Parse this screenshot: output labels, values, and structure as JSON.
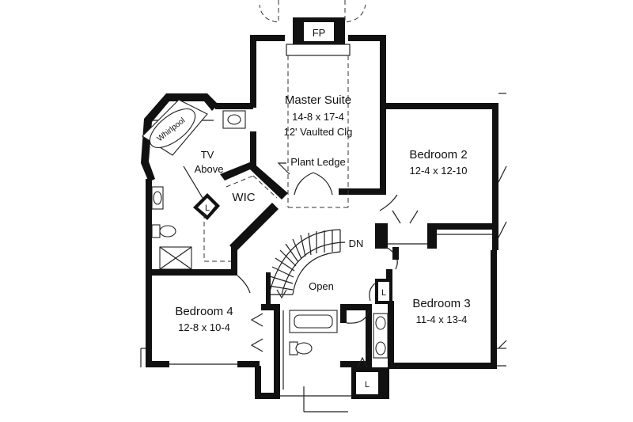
{
  "colors": {
    "wall": "#111111",
    "background": "#ffffff"
  },
  "labels": {
    "fp": "FP",
    "master_name": "Master Suite",
    "master_dim": "14-8 x 17-4",
    "master_ceiling": "12' Vaulted Clg",
    "bed2_name": "Bedroom 2",
    "bed2_dim": "12-4 x 12-10",
    "bed3_name": "Bedroom 3",
    "bed3_dim": "11-4 x 13-4",
    "bed4_name": "Bedroom 4",
    "bed4_dim": "12-8 x 10-4",
    "wic": "WIC",
    "tv": "TV",
    "above": "Above",
    "plant_ledge": "Plant Ledge",
    "whirlpool": "Whirlpool",
    "dn": "DN",
    "open": "Open",
    "linen_1": "L",
    "linen_2": "L",
    "linen_3": "L"
  }
}
